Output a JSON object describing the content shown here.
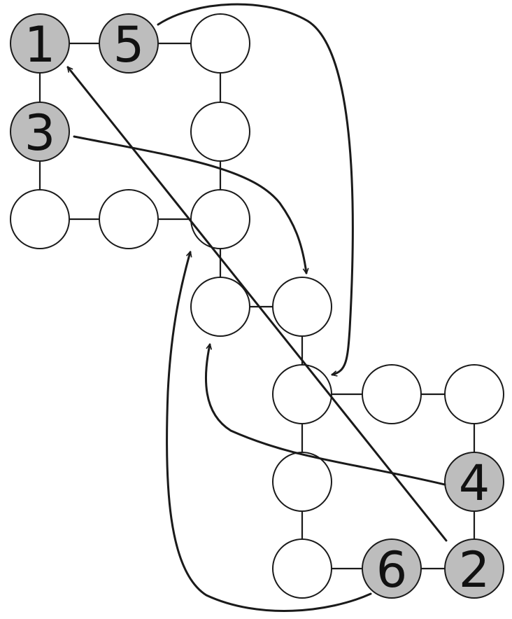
{
  "colors": {
    "node_fill": "#ffffff",
    "node_highlight_fill": "#bdbdbd",
    "line": "#1a1a1a"
  },
  "nodes": [
    {
      "id": "n1",
      "label": "1",
      "highlighted": true
    },
    {
      "id": "n5",
      "label": "5",
      "highlighted": true
    },
    {
      "id": "n3",
      "label": "3",
      "highlighted": true
    },
    {
      "id": "n4",
      "label": "4",
      "highlighted": true
    },
    {
      "id": "n6",
      "label": "6",
      "highlighted": true
    },
    {
      "id": "n2",
      "label": "2",
      "highlighted": true
    },
    {
      "id": "a3",
      "label": "",
      "highlighted": false
    },
    {
      "id": "b3",
      "label": "",
      "highlighted": false
    },
    {
      "id": "c1",
      "label": "",
      "highlighted": false
    },
    {
      "id": "c2",
      "label": "",
      "highlighted": false
    },
    {
      "id": "c3",
      "label": "",
      "highlighted": false
    },
    {
      "id": "d3",
      "label": "",
      "highlighted": false
    },
    {
      "id": "d4",
      "label": "",
      "highlighted": false
    },
    {
      "id": "e4",
      "label": "",
      "highlighted": false
    },
    {
      "id": "e5",
      "label": "",
      "highlighted": false
    },
    {
      "id": "e6",
      "label": "",
      "highlighted": false
    },
    {
      "id": "f4",
      "label": "",
      "highlighted": false
    },
    {
      "id": "g4",
      "label": "",
      "highlighted": false
    }
  ],
  "edges": [
    [
      "n1",
      "n5"
    ],
    [
      "n5",
      "a3"
    ],
    [
      "n1",
      "n3"
    ],
    [
      "a3",
      "b3"
    ],
    [
      "n3",
      "c1"
    ],
    [
      "c1",
      "c2"
    ],
    [
      "c2",
      "c3"
    ],
    [
      "b3",
      "c3"
    ],
    [
      "c3",
      "d3"
    ],
    [
      "d3",
      "d4"
    ],
    [
      "d4",
      "e4"
    ],
    [
      "e4",
      "e5"
    ],
    [
      "e5",
      "e6"
    ],
    [
      "e6",
      "n4"
    ],
    [
      "n4",
      "n2"
    ],
    [
      "e4",
      "f4"
    ],
    [
      "f4",
      "g4"
    ],
    [
      "g4",
      "n6"
    ],
    [
      "n6",
      "n2"
    ]
  ],
  "arrows": [
    {
      "from": "n5",
      "to": "e4"
    },
    {
      "from": "n3",
      "to": "d4"
    },
    {
      "from": "n2",
      "to": "n1"
    },
    {
      "from": "n4",
      "to": "d3"
    },
    {
      "from": "n6",
      "to": "c3"
    }
  ]
}
